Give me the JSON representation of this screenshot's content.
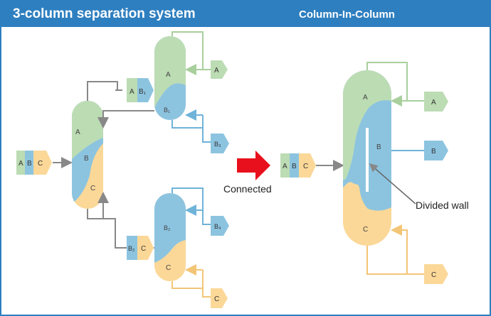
{
  "header": {
    "title_left": "3-column separation system",
    "title_right": "Column-In-Column"
  },
  "labels": {
    "connected": "Connected",
    "divided_wall": "Divided wall",
    "a": "A",
    "b": "B",
    "c": "C",
    "b1": "B₁",
    "b2": "B₂",
    "b3": "B₃",
    "b4": "B₄"
  },
  "colors": {
    "header": "#2e7fc0",
    "green": "#bcdcb4",
    "blue": "#8cc4e0",
    "yellow": "#fbd898",
    "pipe_gray": "#888888",
    "arrow_red": "#e8101c"
  }
}
